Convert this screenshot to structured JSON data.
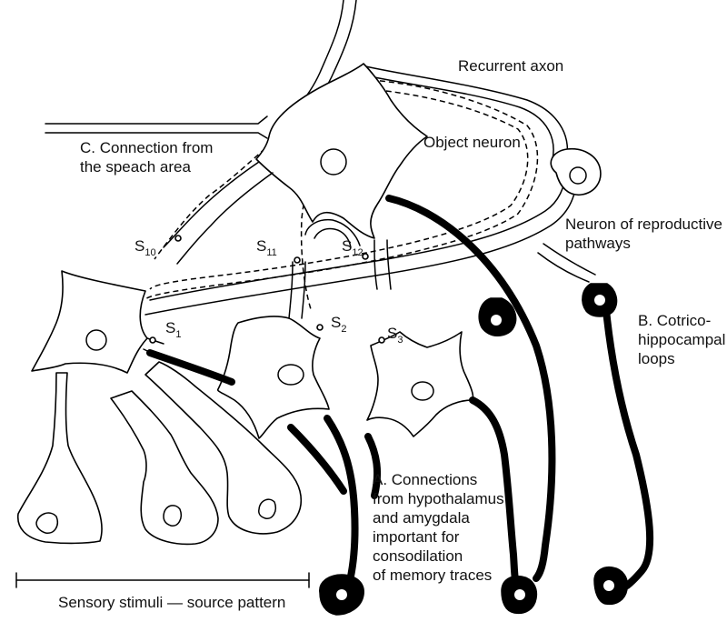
{
  "labels": {
    "recurrent_axon": "Recurrent axon",
    "object_neuron": "Object neuron",
    "connection_speech_line1": "C. Connection from",
    "connection_speech_line2": "the speach area",
    "reproductive_line1": "Neuron of reproductive",
    "reproductive_line2": "pathways",
    "cotrico_line1": "B. Cotrico-",
    "cotrico_line2": "hippocampal",
    "cotrico_line3": "loops",
    "hypothalamus_lines": [
      "A. Connections",
      "from hypothalamus",
      "and amygdala",
      "important for",
      "consodilation",
      "of memory traces"
    ],
    "sensory": "Sensory stimuli — source pattern"
  },
  "synapses": {
    "s10": {
      "letter": "S",
      "index": "10"
    },
    "s11": {
      "letter": "S",
      "index": "11"
    },
    "s12": {
      "letter": "S",
      "index": "12"
    },
    "s1": {
      "letter": "S",
      "index": "1"
    },
    "s2": {
      "letter": "S",
      "index": "2"
    },
    "s3": {
      "letter": "S",
      "index": "3"
    }
  },
  "colors": {
    "outline": "#000000",
    "background": "#ffffff"
  }
}
